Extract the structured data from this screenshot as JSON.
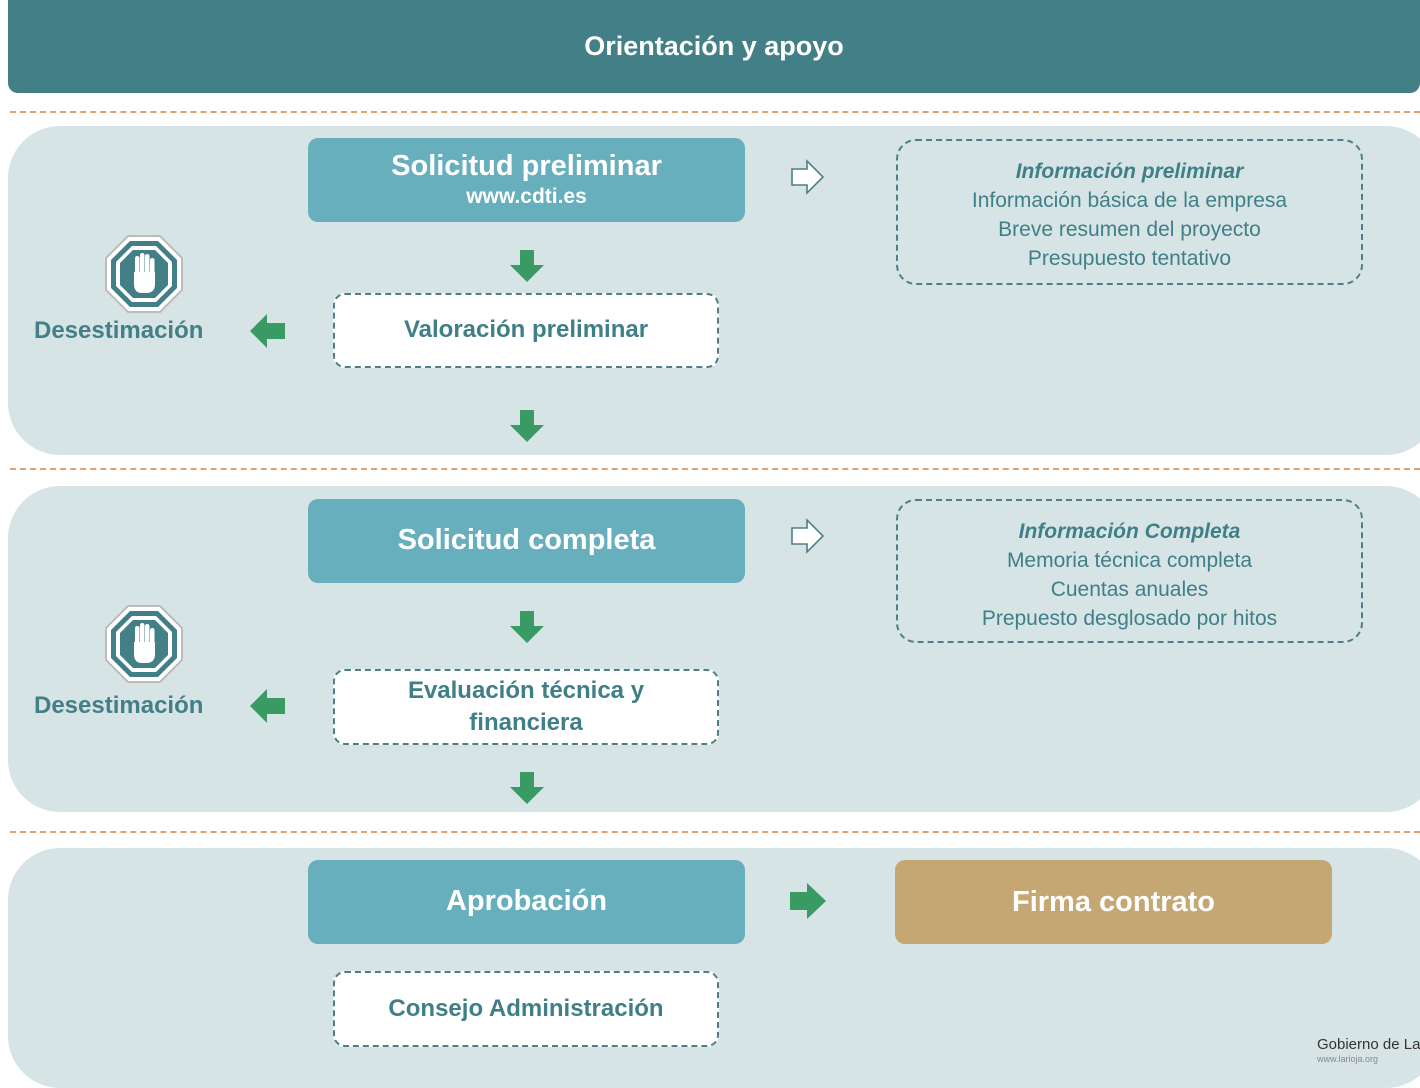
{
  "header": {
    "title": "Orientación y apoyo"
  },
  "section1": {
    "main_title": "Solicitud preliminar",
    "main_subtitle": "www.cdti.es",
    "eval_label": "Valoración preliminar",
    "reject_label": "Desestimación",
    "info_title": "Información preliminar",
    "info_items": [
      "Información básica de la empresa",
      "Breve resumen del proyecto",
      "Presupuesto tentativo"
    ]
  },
  "section2": {
    "main_title": "Solicitud completa",
    "eval_label_line1": "Evaluación técnica y",
    "eval_label_line2": "financiera",
    "reject_label": "Desestimación",
    "info_title": "Información Completa",
    "info_items": [
      "Memoria técnica completa",
      "Cuentas anuales",
      "Prepuesto desglosado por hitos"
    ]
  },
  "section3": {
    "approval_label": "Aprobación",
    "contract_label": "Firma contrato",
    "council_label": "Consejo Administración"
  },
  "footer": {
    "org": "Gobierno de La",
    "url": "www.larioja.org"
  },
  "colors": {
    "header": "#437f86",
    "box_teal": "#67afbd",
    "box_gold": "#c4a773",
    "panel": "#d7e4e6",
    "arrow_green": "#3a9a63",
    "separator": "#e0a070"
  }
}
